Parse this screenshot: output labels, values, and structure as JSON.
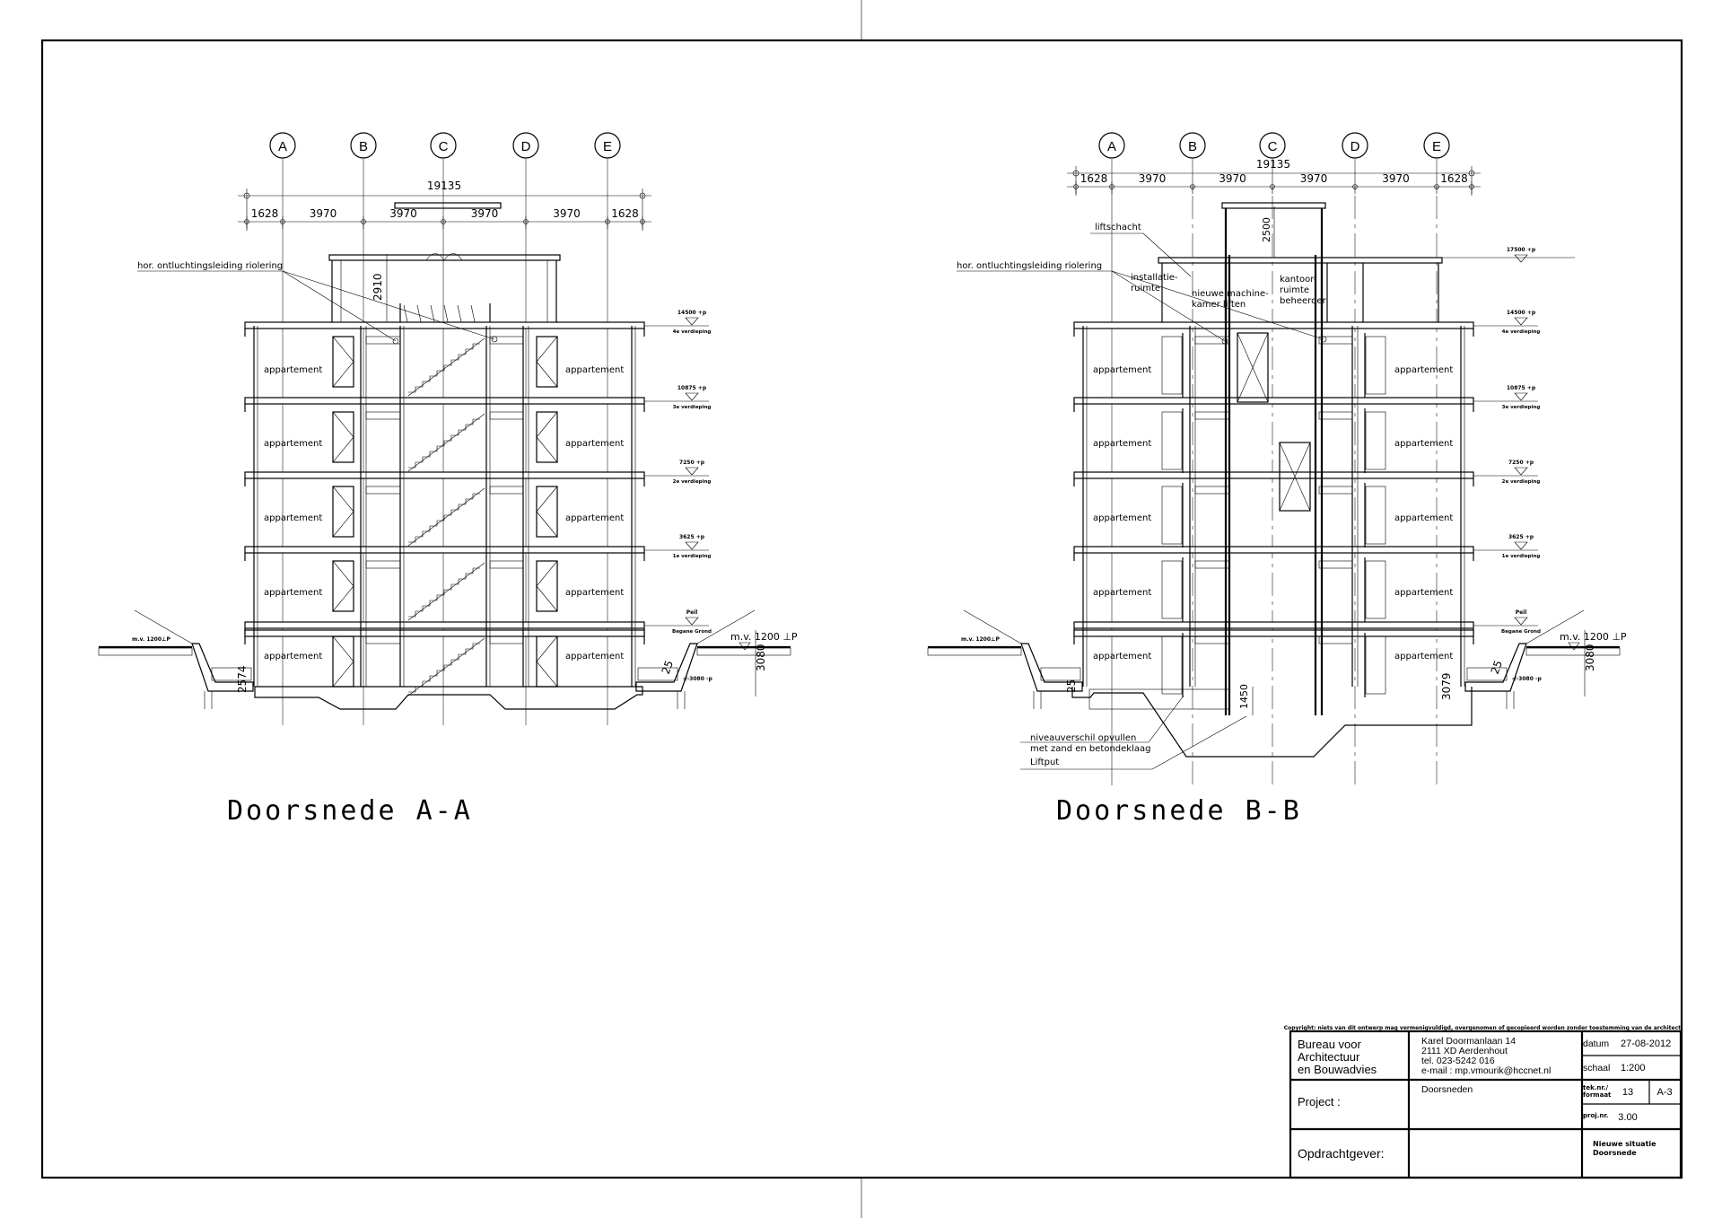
{
  "sheet": {
    "copyright": "Copyright: niets van dit ontwerp mag vermenigvuldigd, overgenomen of gecopieerd worden zonder toestemming van de architect"
  },
  "title_block": {
    "office": [
      "Bureau voor",
      "Architectuur",
      "en Bouwadvies"
    ],
    "address": [
      "Karel Doormanlaan 14",
      "2111 XD Aerdenhout",
      "tel. 023-5242 016",
      "e-mail : mp.vmourik@hccnet.nl"
    ],
    "datum_label": "datum",
    "datum": "27-08-2012",
    "schaal_label": "schaal",
    "schaal": "1:200",
    "teknr_label": [
      "tek.nr./",
      "formaat"
    ],
    "teknr": "13",
    "formaat": "A-3",
    "projnr_label": "proj.nr.",
    "projnr": "3.00",
    "project_label": "Project :",
    "project": "Doorsneden",
    "client_label": "Opdrachtgever:",
    "description": [
      "Nieuwe situatie",
      "Doorsnede"
    ]
  },
  "sections": [
    {
      "title": "Doorsnede A-A",
      "grid": [
        "A",
        "B",
        "C",
        "D",
        "E"
      ],
      "overall_dim": "19135",
      "dims": [
        "1628",
        "3970",
        "3970",
        "3970",
        "3970",
        "1628"
      ],
      "room_label": "appartement",
      "levels": [
        {
          "elev": "14500 +p",
          "name": "4e verdieping"
        },
        {
          "elev": "10875 +p",
          "name": "3e verdieping"
        },
        {
          "elev": "7250 +p",
          "name": "2e verdieping"
        },
        {
          "elev": "3625 +p",
          "name": "1e verdieping"
        },
        {
          "elev": "Peil",
          "name": "Begane Grond"
        }
      ],
      "ground_left": "m.v. 1200⊥P",
      "ground_right": "m.v. 1200 ⊥P",
      "excavation_level": "-/-3080 -p",
      "depth_dim": "3080",
      "left_dim": "2574",
      "slope": "25",
      "roof_dim": "2910",
      "vent_note": "hor. ontluchtingsleiding riolering"
    },
    {
      "title": "Doorsnede B-B",
      "grid": [
        "A",
        "B",
        "C",
        "D",
        "E"
      ],
      "overall_dim": "19135",
      "dims": [
        "1628",
        "3970",
        "3970",
        "3970",
        "3970",
        "1628"
      ],
      "room_label": "appartement",
      "top_level": {
        "elev": "17500 +p"
      },
      "levels": [
        {
          "elev": "14500 +p",
          "name": "4e verdieping"
        },
        {
          "elev": "10875 +p",
          "name": "3e verdieping"
        },
        {
          "elev": "7250 +p",
          "name": "2e verdieping"
        },
        {
          "elev": "3625 +p",
          "name": "1e verdieping"
        },
        {
          "elev": "Peil",
          "name": "Begane Grond"
        }
      ],
      "ground_left": "m.v. 1200⊥P",
      "ground_right": "m.v. 1200 ⊥P",
      "excavation_level": "-/-3080 -p",
      "depth_dim": "3080",
      "left_dim": "25",
      "right_dim": "3079",
      "slope": "25",
      "machine_dim": "2500",
      "pit_dim": "1450",
      "vent_note": "hor. ontluchtingsleiding riolering",
      "liftshaft_note": "liftschacht",
      "machine_room": [
        "nieuwe machine-",
        "kamer liften"
      ],
      "installation_room": [
        "installatie-",
        "ruimte"
      ],
      "office_room": [
        "kantoor-",
        "ruimte",
        "beheerder"
      ],
      "fill_note": [
        "niveauverschil opvullen",
        "met zand en betondeklaag"
      ],
      "pit_note": "Liftput"
    }
  ]
}
